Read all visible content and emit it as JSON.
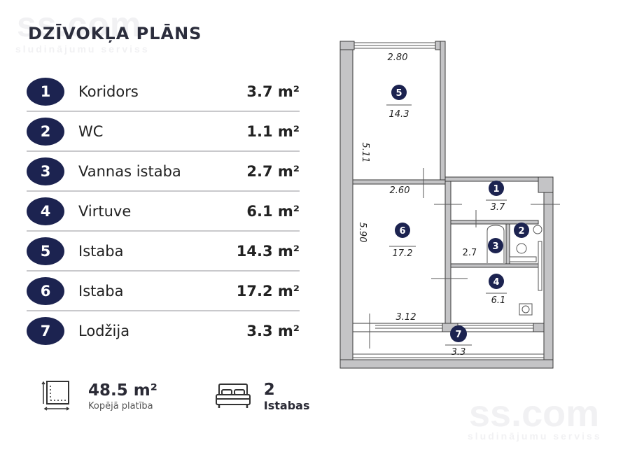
{
  "watermark": {
    "brand": "ss.com",
    "tagline": "sludinājumu serviss"
  },
  "title": "DZĪVOKĻA PLĀNS",
  "rooms": [
    {
      "number": "1",
      "name": "Koridors",
      "area": "3.7 m²"
    },
    {
      "number": "2",
      "name": "WC",
      "area": "1.1 m²"
    },
    {
      "number": "3",
      "name": "Vannas istaba",
      "area": "2.7 m²"
    },
    {
      "number": "4",
      "name": "Virtuve",
      "area": "6.1 m²"
    },
    {
      "number": "5",
      "name": "Istaba",
      "area": "14.3 m²"
    },
    {
      "number": "6",
      "name": "Istaba",
      "area": "17.2 m²"
    },
    {
      "number": "7",
      "name": "Lodžija",
      "area": "3.3 m²"
    }
  ],
  "summary": {
    "total_area": "48.5 m²",
    "total_area_label": "Kopējā platība",
    "rooms_count": "2",
    "rooms_label": "Istabas",
    "area_icon": "floor-area-icon",
    "rooms_icon": "bed-icon"
  },
  "plan": {
    "labels": {
      "r1": {
        "number": "1",
        "area": "3.7"
      },
      "r2": {
        "number": "2"
      },
      "r3": {
        "number": "3",
        "area": "2.7"
      },
      "r4": {
        "number": "4",
        "area": "6.1"
      },
      "r5": {
        "number": "5",
        "area": "14.3"
      },
      "r6": {
        "number": "6",
        "area": "17.2"
      },
      "r7": {
        "number": "7",
        "area": "3.3"
      }
    },
    "dimensions": {
      "r5_width": "2.80",
      "r5_length": "5.11",
      "r6_width_top": "2.60",
      "r6_length": "5.90",
      "r6_width_bottom": "3.12"
    }
  },
  "colors": {
    "badge": "#1c2350",
    "wall": "#c4c4c6",
    "text": "#222222"
  }
}
